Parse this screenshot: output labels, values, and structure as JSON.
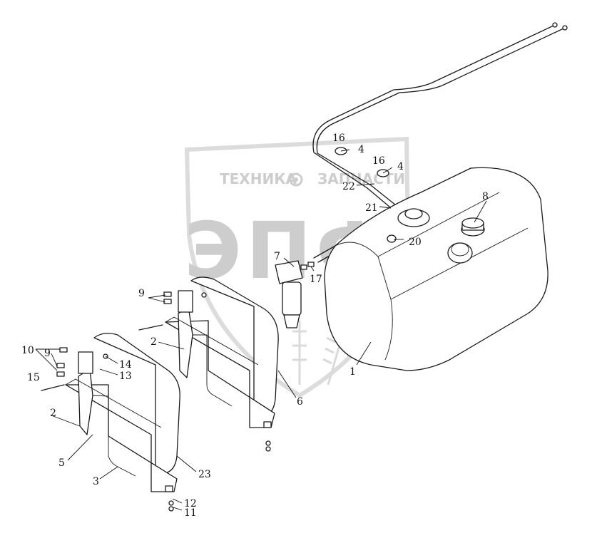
{
  "watermark": {
    "top_text_left": "ТЕХНИКА",
    "top_text_right": "ЗАПЧАСТИ",
    "logo_text": "ЭПФ",
    "gear_icon": "gear-icon"
  },
  "callouts": [
    {
      "id": "c1",
      "text": "1"
    },
    {
      "id": "c2a",
      "text": "2"
    },
    {
      "id": "c2b",
      "text": "2"
    },
    {
      "id": "c3",
      "text": "3"
    },
    {
      "id": "c4a",
      "text": "4"
    },
    {
      "id": "c4b",
      "text": "4"
    },
    {
      "id": "c5",
      "text": "5"
    },
    {
      "id": "c6",
      "text": "6"
    },
    {
      "id": "c7",
      "text": "7"
    },
    {
      "id": "c8",
      "text": "8"
    },
    {
      "id": "c9a",
      "text": "9"
    },
    {
      "id": "c9b",
      "text": "9"
    },
    {
      "id": "c10",
      "text": "10"
    },
    {
      "id": "c11",
      "text": "11"
    },
    {
      "id": "c12",
      "text": "12"
    },
    {
      "id": "c13",
      "text": "13"
    },
    {
      "id": "c14",
      "text": "14"
    },
    {
      "id": "c15",
      "text": "15"
    },
    {
      "id": "c16a",
      "text": "16"
    },
    {
      "id": "c16b",
      "text": "16"
    },
    {
      "id": "c17",
      "text": "17"
    },
    {
      "id": "c20",
      "text": "20"
    },
    {
      "id": "c21",
      "text": "21"
    },
    {
      "id": "c22",
      "text": "22"
    },
    {
      "id": "c23",
      "text": "23"
    }
  ]
}
